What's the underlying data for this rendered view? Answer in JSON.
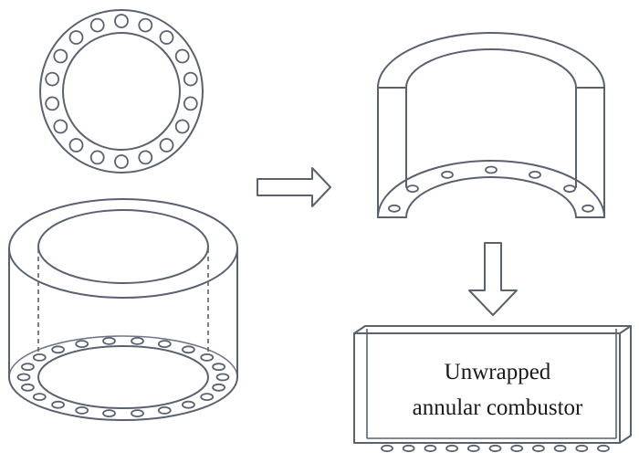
{
  "labels": {
    "line1": "Unwrapped",
    "line2": "annular combustor"
  },
  "components": {
    "top_view": {
      "hole_count": 18
    },
    "cylinder": {
      "hole_count": 22
    },
    "half_shell": {
      "hole_count": 7
    },
    "box": {
      "hole_count": 11
    }
  },
  "colors": {
    "stroke": "#5a6270",
    "text": "#1a1a1a",
    "background": "#ffffff"
  }
}
